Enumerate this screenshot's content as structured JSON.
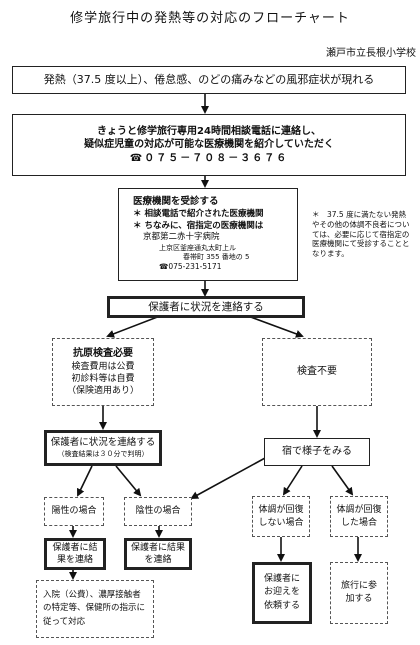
{
  "header": {
    "title": "修学旅行中の発熱等の対応のフローチャート",
    "school": "瀬戸市立長根小学校"
  },
  "boxes": {
    "symptoms": "発熱（37.5 度以上）、倦怠感、のどの痛みなどの風邪症状が現れる",
    "consult": {
      "line1": "きょうと修学旅行専用24時間相談電話に連絡し、",
      "line2": "疑似症児童の対応が可能な医療機関を紹介していただく",
      "phone": "☎０７５－７０８－３６７６"
    },
    "medical": {
      "title": "医療機関を受診する",
      "item1": "＊ 相談電話で紹介された医療機関",
      "item2": "＊ ちなみに、宿指定の医療機関は",
      "hospital": "京都第二赤十字病院",
      "address1": "上京区釜座通丸太町上ル",
      "address2": "春帯町 355 番地の 5",
      "hospital_phone": "☎075-231-5171"
    },
    "note": "＊　37.5 度に満たない発熱やその他の体調不良者については、必要に応じて宿指定の医療機関にて受診することとなります。",
    "contact_parents": "保護者に状況を連絡する",
    "antigen": {
      "title": "抗原検査必要",
      "line1": "検査費用は公費",
      "line2": "初診料等は自費",
      "line3": "（保険適用あり）"
    },
    "no_test": "検査不要",
    "contact_parents2": {
      "title": "保護者に状況を連絡する",
      "sub": "（検査結果は３０分で判明）"
    },
    "observe": "宿で様子をみる",
    "positive": "陽性の場合",
    "negative": "陰性の場合",
    "not_recovered": "体調が回復しない場合",
    "recovered": "体調が回復した場合",
    "report_pos": "保護者に結果を連絡",
    "report_neg": "保護者に結果を連絡",
    "hospitalize": "入院（公費）、濃厚接触者の特定等、保健所の指示に従って対応",
    "pickup": "保護者にお迎えを依頼する",
    "join_trip": "旅行に参加する"
  }
}
